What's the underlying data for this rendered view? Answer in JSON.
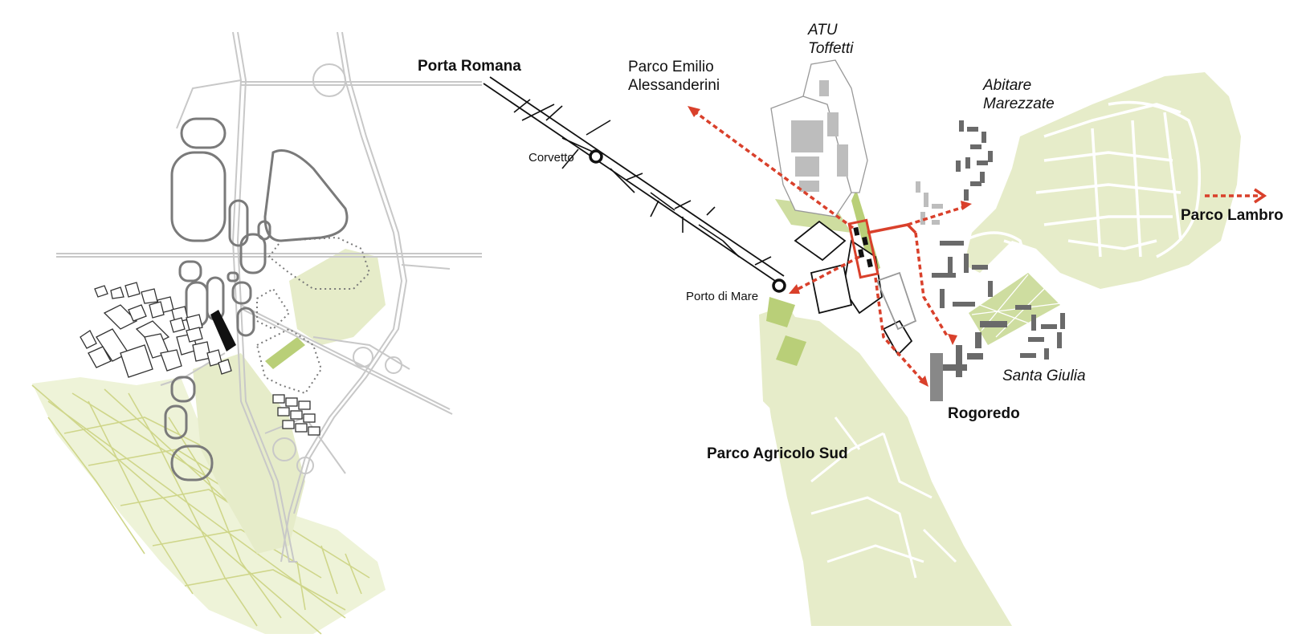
{
  "colors": {
    "park_green": "#e6ecc9",
    "light_green_accent": "#b9cf78",
    "pale_yellow_green": "#eef3d8",
    "street_grid_yellow": "#cfd68a",
    "road_grey": "#c8c8c8",
    "building_dark_grey": "#666666",
    "building_light_grey": "#bdbdbd",
    "metro_black": "#111111",
    "route_red": "#d9402b"
  },
  "labels": {
    "porta_romana": "Porta Romana",
    "parco_emilio": "Parco Emilio\nAlessanderini",
    "atu_toffetti": "ATU\nToffetti",
    "abitare_marezzate": "Abitare\nMarezzate",
    "parco_lambro": "Parco Lambro",
    "corvetto": "Corvetto",
    "porto_di_mare": "Porto di Mare",
    "santa_giulia": "Santa Giulia",
    "rogoredo": "Rogoredo",
    "parco_agricolo_sud": "Parco Agricolo Sud"
  }
}
